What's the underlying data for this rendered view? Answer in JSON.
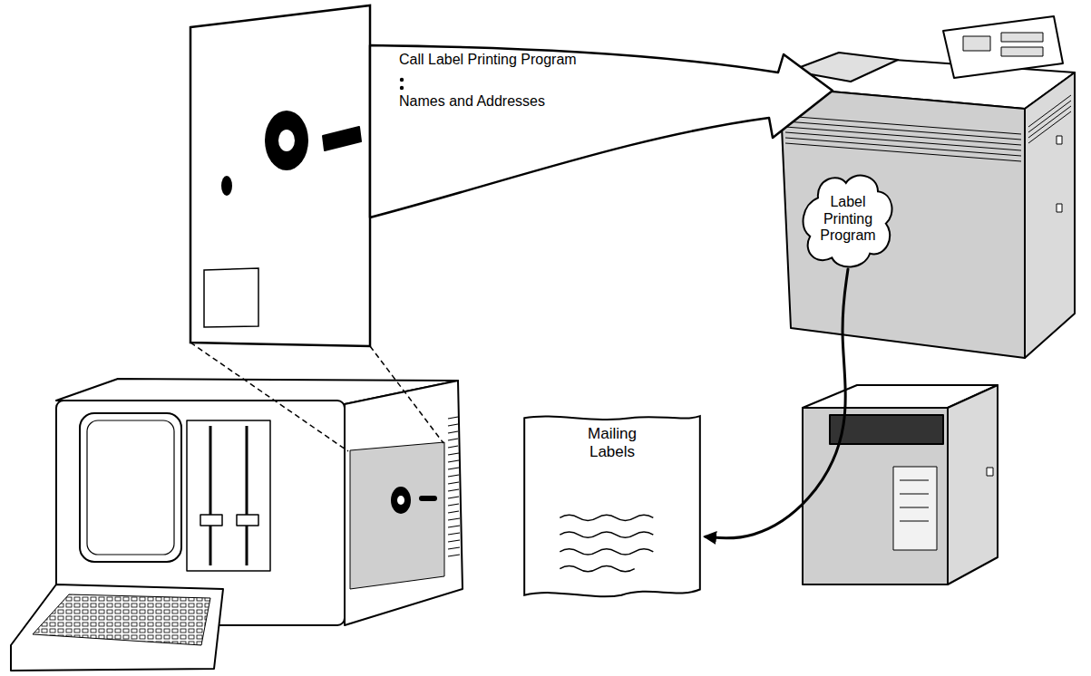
{
  "diagram": {
    "nodes": [
      {
        "text": [
          "Label Printing Program"
        ]
      },
      {
        "text": [
          "Mailing Labels"
        ]
      }
    ],
    "edges": [
      {
        "from": 0,
        "to": 1,
        "arrow": "to"
      }
    ],
    "labels": [
      "Call Label Printing Program",
      "Names and Addresses"
    ]
  }
}
